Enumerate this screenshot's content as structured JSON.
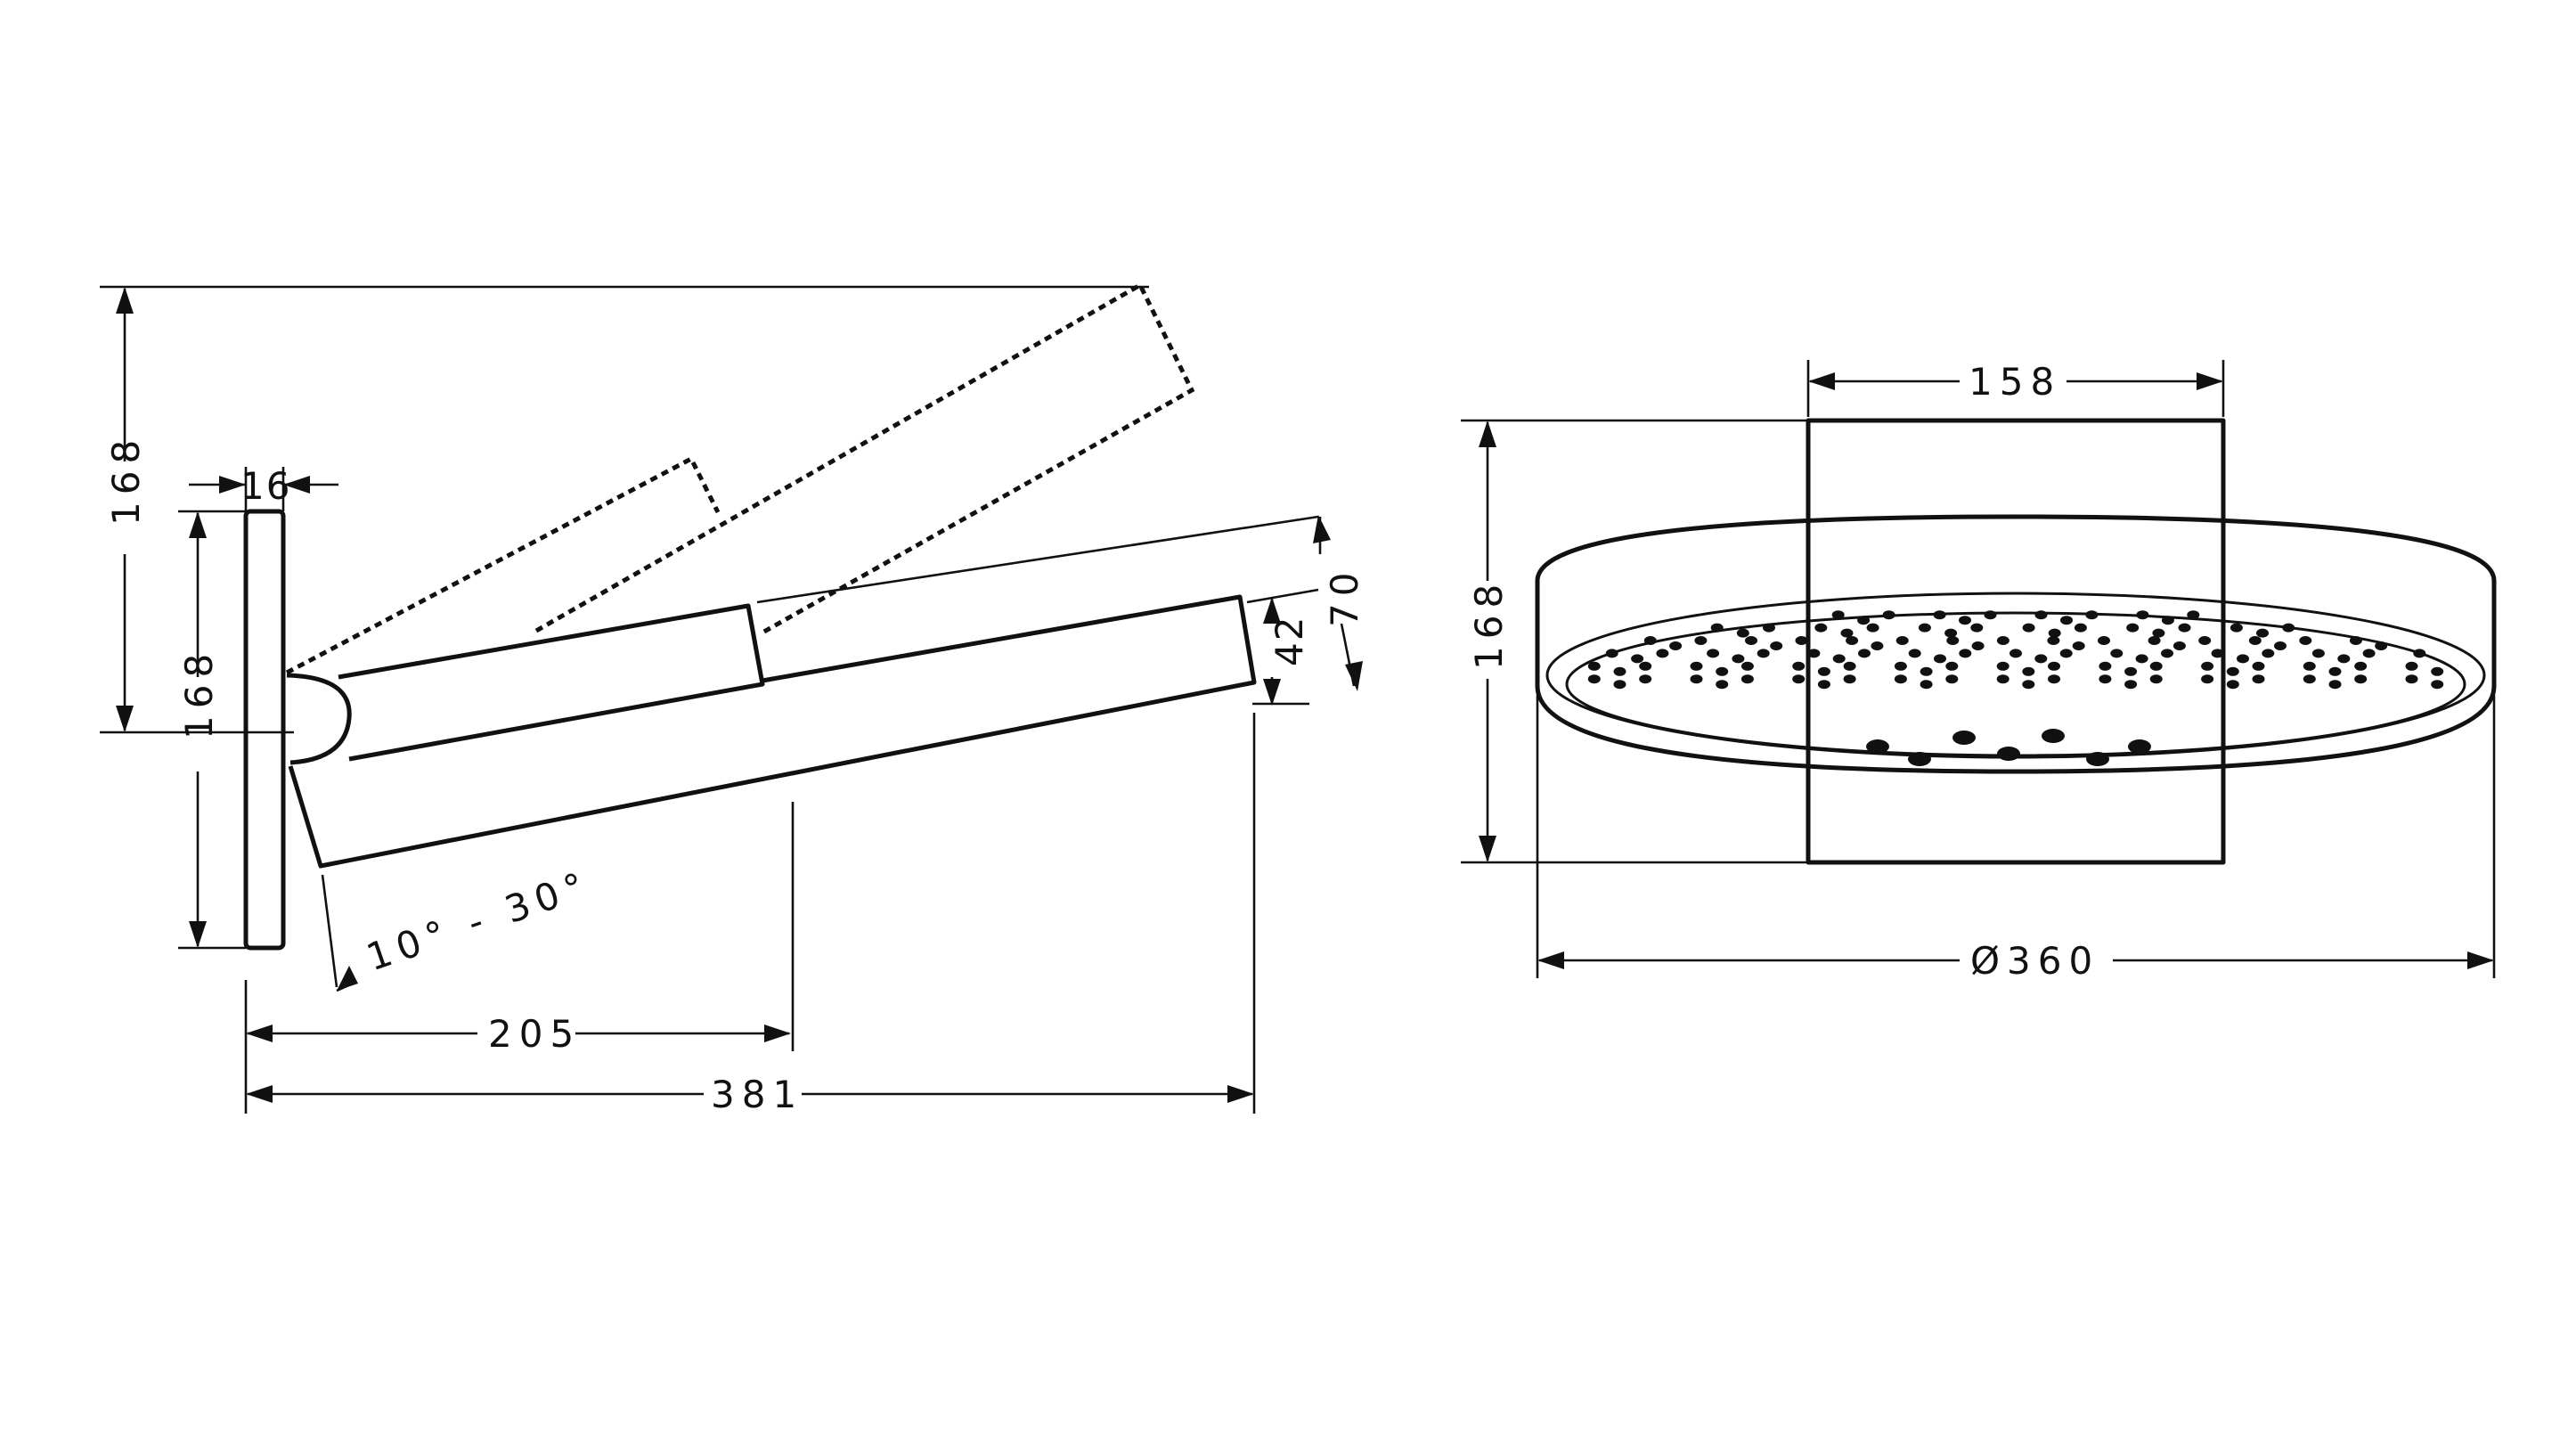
{
  "side_view": {
    "dimensions": {
      "overall_height": "168",
      "plate_thickness": "16",
      "plate_height": "168",
      "head_thickness": "42",
      "head_rise": "70",
      "tilt_range": "10° - 30°",
      "arm_length": "205",
      "total_length": "381"
    }
  },
  "front_view": {
    "dimensions": {
      "plate_width": "158",
      "height": "168",
      "diameter": "Ø360"
    }
  }
}
